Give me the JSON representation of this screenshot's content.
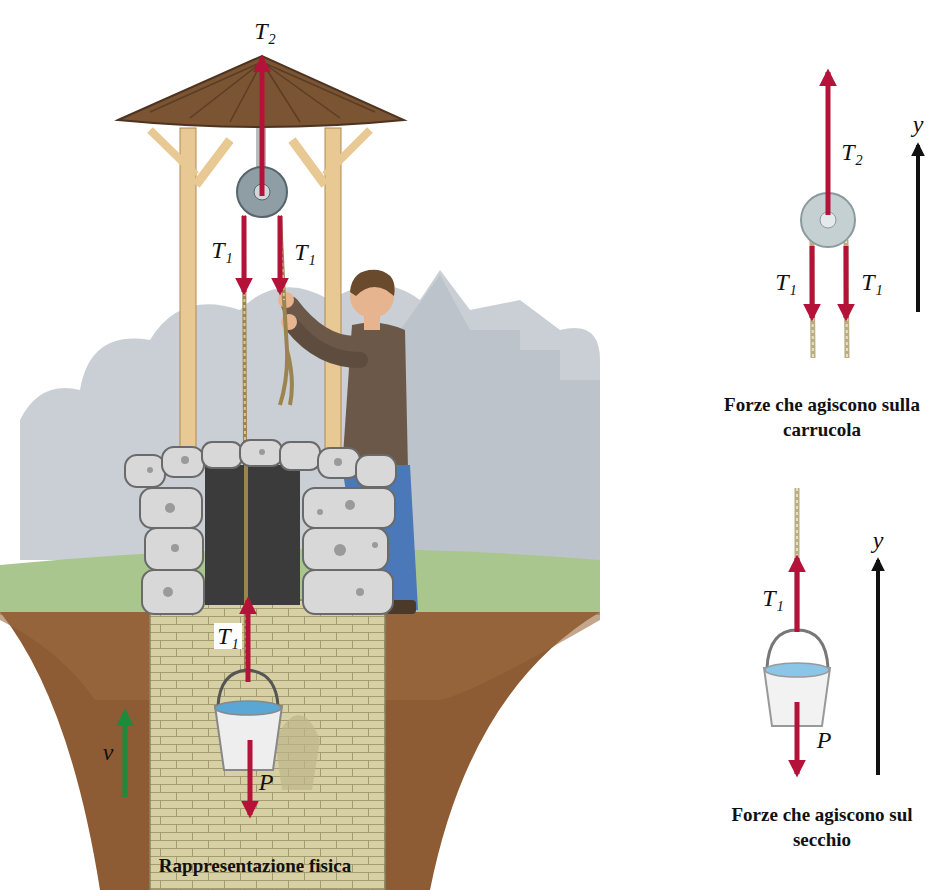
{
  "diagram": {
    "labels": [
      "T₂",
      "T₁",
      "T₁",
      "T₁",
      "v",
      "P",
      "Rappresentazione fisica",
      "T₂",
      "y",
      "T₁",
      "T₁",
      "Forze che agiscono sulla carrucola",
      "y",
      "T₁",
      "P",
      "Forze che agiscono sul secchio"
    ]
  }
}
